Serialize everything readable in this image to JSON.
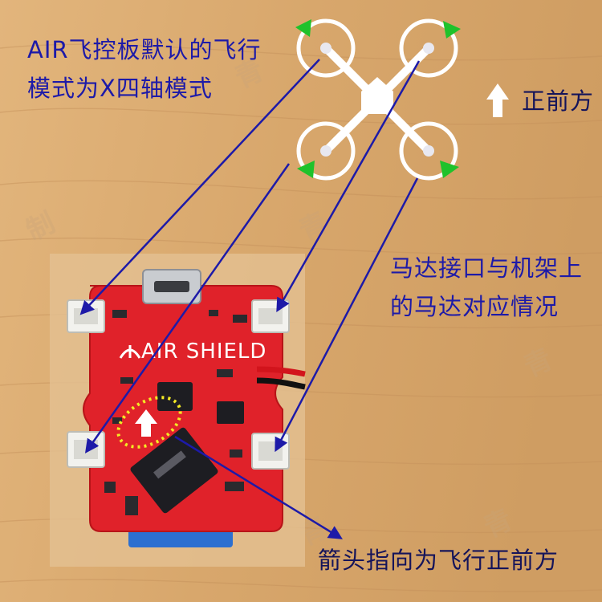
{
  "annotations": {
    "default_mode": "AIR飞控板默认的飞行模式为X四轴模式",
    "motor_mapping": "马达接口与机架上的马达对应情况",
    "forward": "正前方",
    "arrow_meaning": "箭头指向为飞行正前方"
  },
  "board": {
    "silkscreen": "AIR SHIELD"
  },
  "colors": {
    "wood": "#d9aa71",
    "board_red": "#e0222a",
    "connector_white": "#f2f2ee",
    "chip": "#1d1d22",
    "annotation_blue": "#1d1aa8",
    "direction_green": "#1fc22b",
    "highlight_yellow": "#f4ea24"
  },
  "icons": [
    "up-arrow-icon",
    "rotation-arrow-icon"
  ]
}
